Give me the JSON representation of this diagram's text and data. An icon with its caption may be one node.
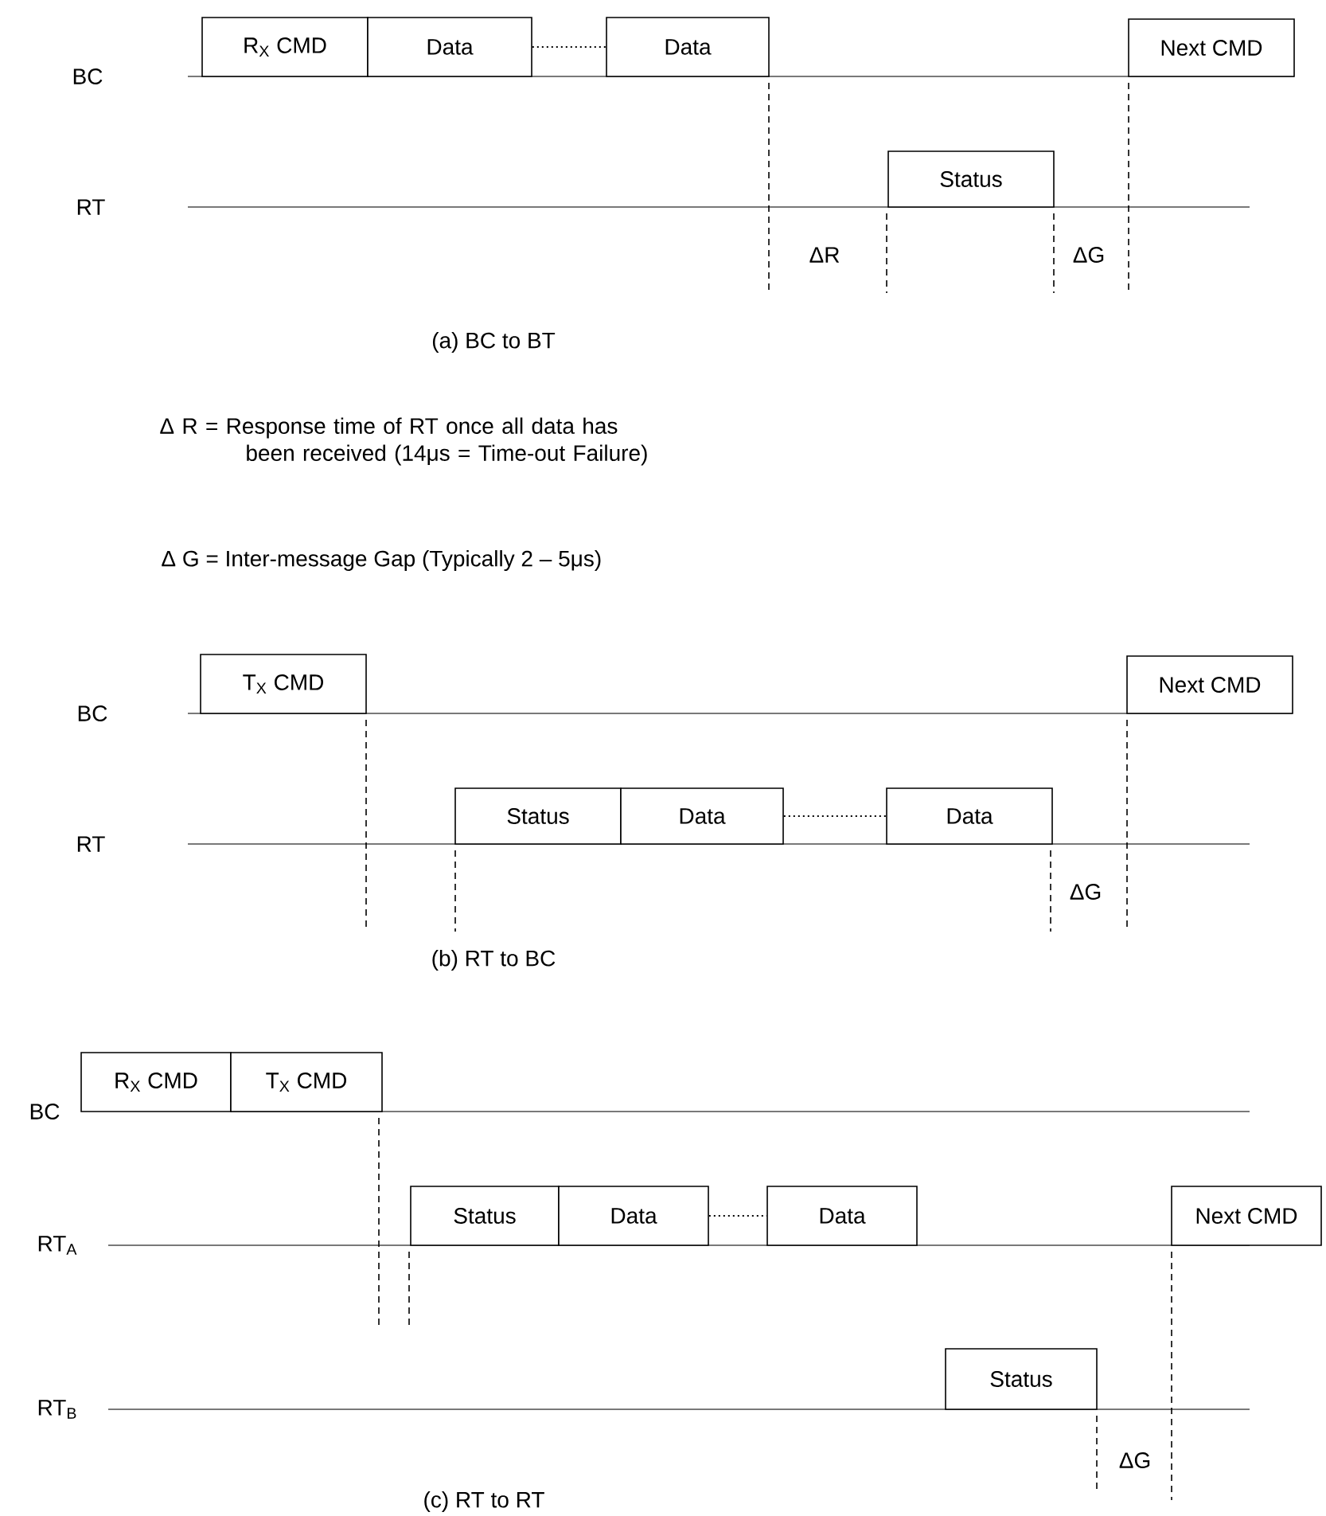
{
  "diagram": {
    "nodes": [
      {
        "text": [
          "R$_{X}$ CMD"
        ]
      },
      {
        "text": [
          "Data"
        ]
      },
      {
        "text": [
          "Data"
        ]
      },
      {
        "text": [
          "Next CMD"
        ]
      },
      {
        "text": [
          "Status"
        ]
      },
      {
        "text": [
          "T$_{X}$ CMD"
        ]
      },
      {
        "text": [
          "Next CMD"
        ]
      },
      {
        "text": [
          "Status"
        ]
      },
      {
        "text": [
          "Data"
        ]
      },
      {
        "text": [
          "Data"
        ]
      },
      {
        "text": [
          "R$_{X}$ CMD"
        ]
      },
      {
        "text": [
          "T$_{X}$ CMD"
        ]
      },
      {
        "text": [
          "Status"
        ]
      },
      {
        "text": [
          "Data"
        ]
      },
      {
        "text": [
          "Data"
        ]
      },
      {
        "text": [
          "Next CMD"
        ]
      },
      {
        "text": [
          "Status"
        ]
      }
    ],
    "edges": [
      {
        "from": 1,
        "to": 2,
        "arrow": "none",
        "style": "dashed"
      },
      {
        "from": 8,
        "to": 9,
        "arrow": "none",
        "style": "dashed"
      },
      {
        "from": 13,
        "to": 14,
        "arrow": "none",
        "style": "dashed"
      }
    ],
    "labels": [
      "BC",
      "RT",
      "ΔR",
      "ΔG",
      "(a) BC to BT",
      "Δ R = Response time of RT once all data has been received (14μs = Time-out Failure)",
      "Δ G = Inter-message Gap (Typically 2 – 5μs)",
      "BC",
      "RT",
      "ΔG",
      "(b) RT to BC",
      "BC",
      "RT$_{A}$",
      "RT$_{B}$",
      "ΔG",
      "(c) RT to RT"
    ]
  }
}
